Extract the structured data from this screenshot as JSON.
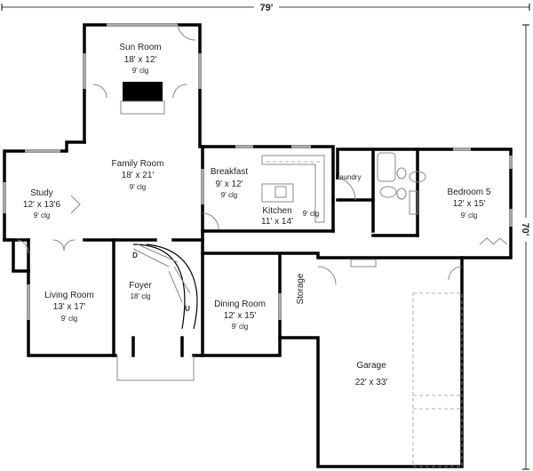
{
  "dimensions": {
    "width": "79'",
    "depth": "70'"
  },
  "rooms": {
    "sun_room": {
      "name": "Sun Room",
      "size": "18' x 12'",
      "ceiling": "9' clg"
    },
    "family_room": {
      "name": "Family Room",
      "size": "18' x 21'",
      "ceiling": "9' clg"
    },
    "study": {
      "name": "Study",
      "size": "12' x 13'6",
      "ceiling": "9' clg"
    },
    "living_room": {
      "name": "Living Room",
      "size": "13' x 17'",
      "ceiling": "9' clg"
    },
    "foyer": {
      "name": "Foyer",
      "ceiling": "18' clg"
    },
    "dining_room": {
      "name": "Dining Room",
      "size": "12' x 15'",
      "ceiling": "9' clg"
    },
    "breakfast": {
      "name": "Breakfast",
      "size": "9' x 12'",
      "ceiling": "9' clg"
    },
    "kitchen": {
      "name": "Kitchen",
      "size": "11' x 14'",
      "ceiling": "9' clg"
    },
    "laundry": {
      "name": "Laundry"
    },
    "bedroom5": {
      "name": "Bedroom 5",
      "size": "12' x 15'",
      "ceiling": "9' clg"
    },
    "storage": {
      "name": "Storage"
    },
    "garage": {
      "name": "Garage",
      "size": "22' x 33'"
    }
  },
  "stairs": {
    "down": "D",
    "up": "U"
  }
}
